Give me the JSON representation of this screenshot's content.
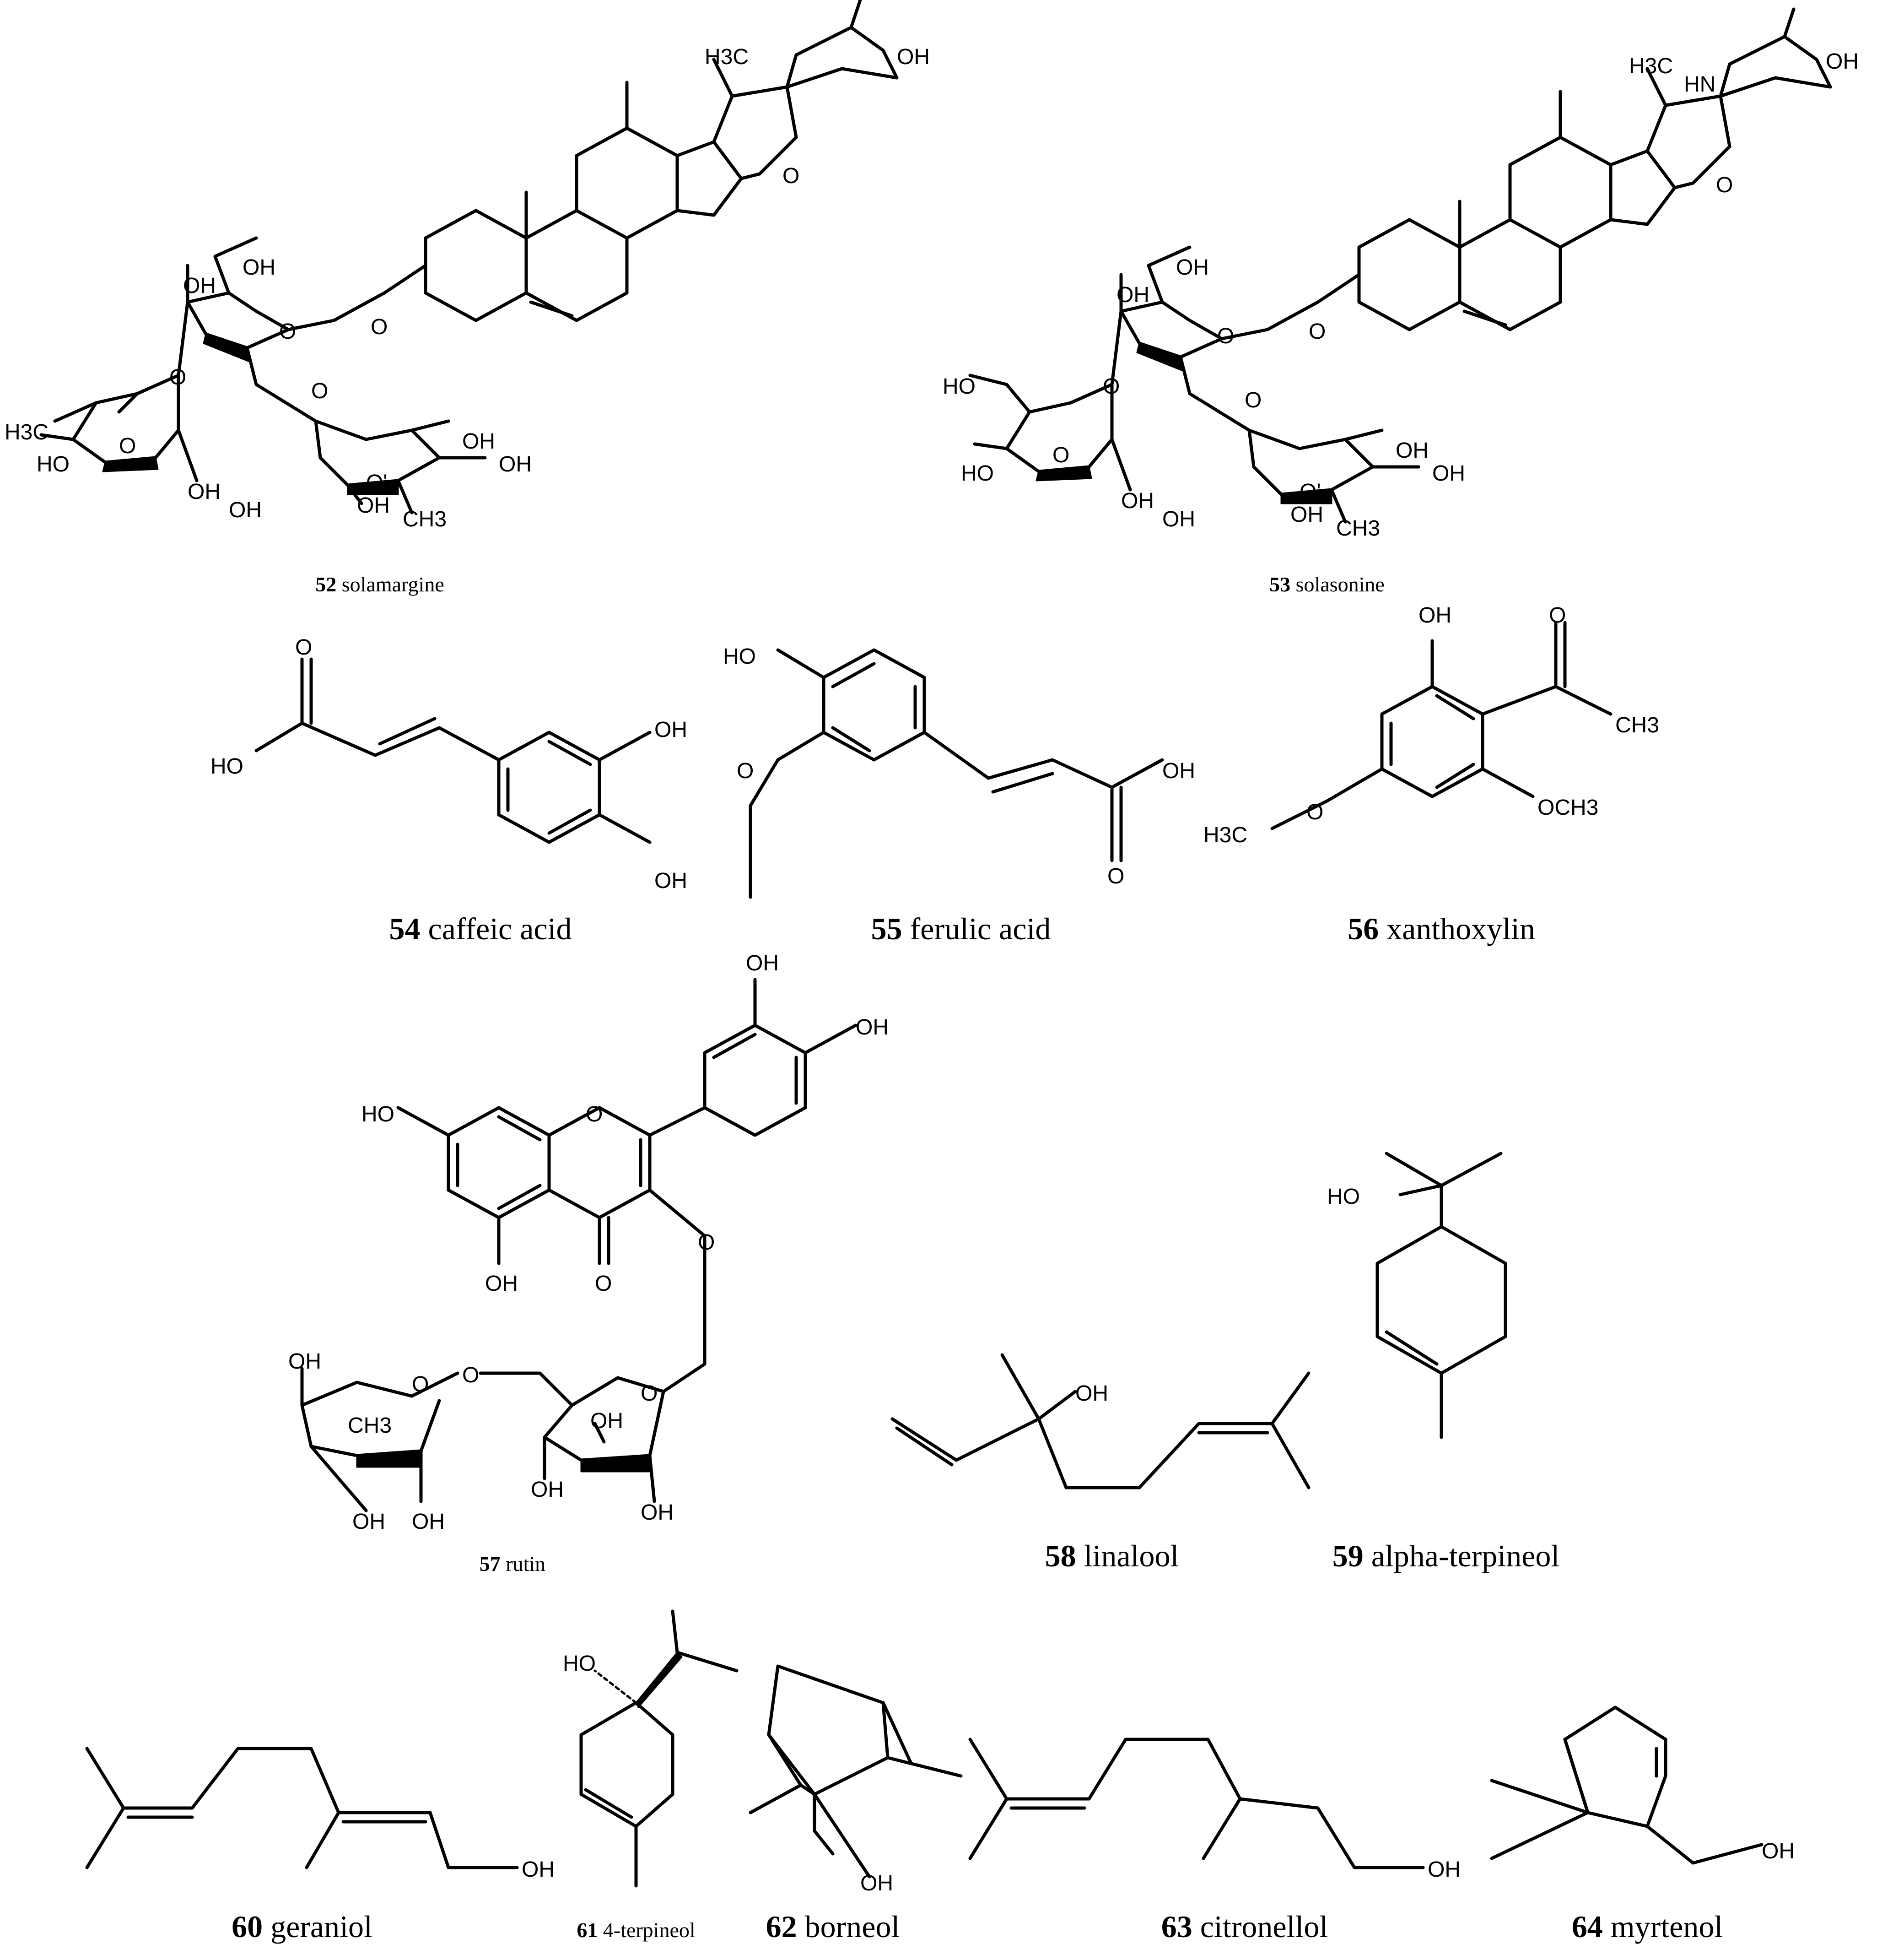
{
  "compounds": [
    {
      "number": "52",
      "name": "solamargine"
    },
    {
      "number": "53",
      "name": "solasonine"
    },
    {
      "number": "54",
      "name": "caffeic acid"
    },
    {
      "number": "55",
      "name": "ferulic acid"
    },
    {
      "number": "56",
      "name": "xanthoxylin"
    },
    {
      "number": "57",
      "name": "rutin"
    },
    {
      "number": "58",
      "name": "linalool"
    },
    {
      "number": "59",
      "name": "alpha-terpineol"
    },
    {
      "number": "60",
      "name": "geraniol"
    },
    {
      "number": "61",
      "name": "4-terpineol"
    },
    {
      "number": "62",
      "name": "borneol"
    },
    {
      "number": "63",
      "name": "citronellol"
    },
    {
      "number": "64",
      "name": "myrtenol"
    }
  ],
  "atom_labels": {
    "oh": "OH",
    "ho": "HO",
    "o": "O",
    "o_prime": "O'",
    "h3c": "H3C",
    "ch3": "CH3",
    "och3": "OCH3",
    "hn": "HN"
  }
}
